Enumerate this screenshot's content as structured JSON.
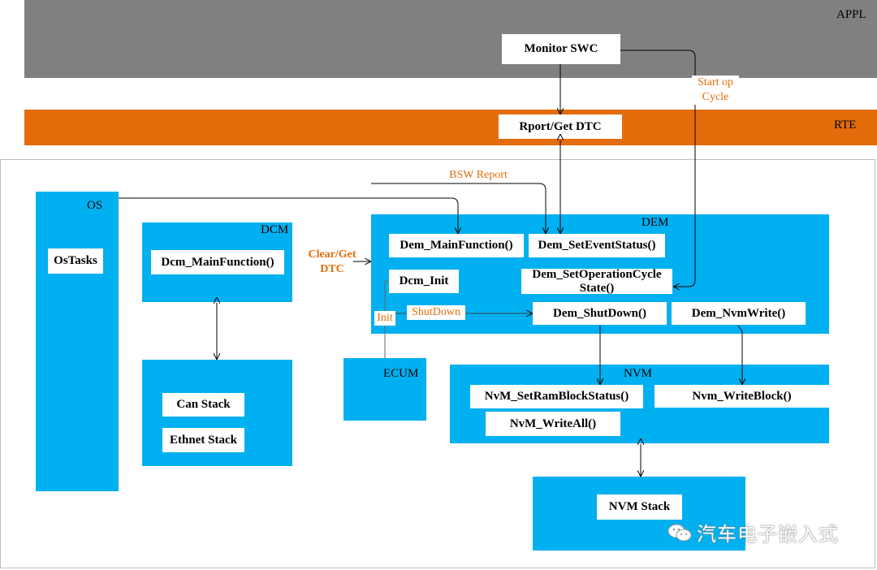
{
  "layers": {
    "appl": {
      "label": "APPL",
      "color": "#808080"
    },
    "rte": {
      "label": "RTE",
      "color": "#e46c0a"
    }
  },
  "appl_box": {
    "monitor_swc": "Monitor SWC"
  },
  "rte_box": {
    "report_get_dtc": "Rport/Get DTC"
  },
  "blocks": {
    "os": {
      "label": "OS",
      "tasks": "OsTasks"
    },
    "dcm": {
      "label": "DCM",
      "main_function": "Dcm_MainFunction()"
    },
    "can_ethernet": {
      "can_stack": "Can Stack",
      "ethnet_stack": "Ethnet Stack"
    },
    "dem": {
      "label": "DEM",
      "main_function": "Dem_MainFunction()",
      "set_event_status": "Dem_SetEventStatus()",
      "dcm_init": "Dcm_Init",
      "set_operation_cycle_state": "Dem_SetOperationCycle State()",
      "shutdown": "Dem_ShutDown()",
      "nvm_write": "Dem_NvmWrite()"
    },
    "ecum": {
      "label": "ECUM"
    },
    "nvm": {
      "label": "NVM",
      "set_ram_block_status": "NvM_SetRamBlockStatus()",
      "write_block": "Nvm_WriteBlock()",
      "write_all": "NvM_WriteAll()"
    },
    "nvm_stack": {
      "label": "NVM Stack"
    }
  },
  "edge_labels": {
    "start_op_cycle": "Start op Cycle",
    "bsw_report": "BSW Report",
    "clear_get_dtc": "Clear/Get DTC",
    "init": "Init",
    "shutdown": "ShutDown"
  },
  "colors": {
    "block": "#00b0f0",
    "edge_label": "#e46c0a",
    "wire": "#000000"
  },
  "watermark": {
    "text": "汽车电子嵌入式",
    "icon": "wechat-icon"
  }
}
